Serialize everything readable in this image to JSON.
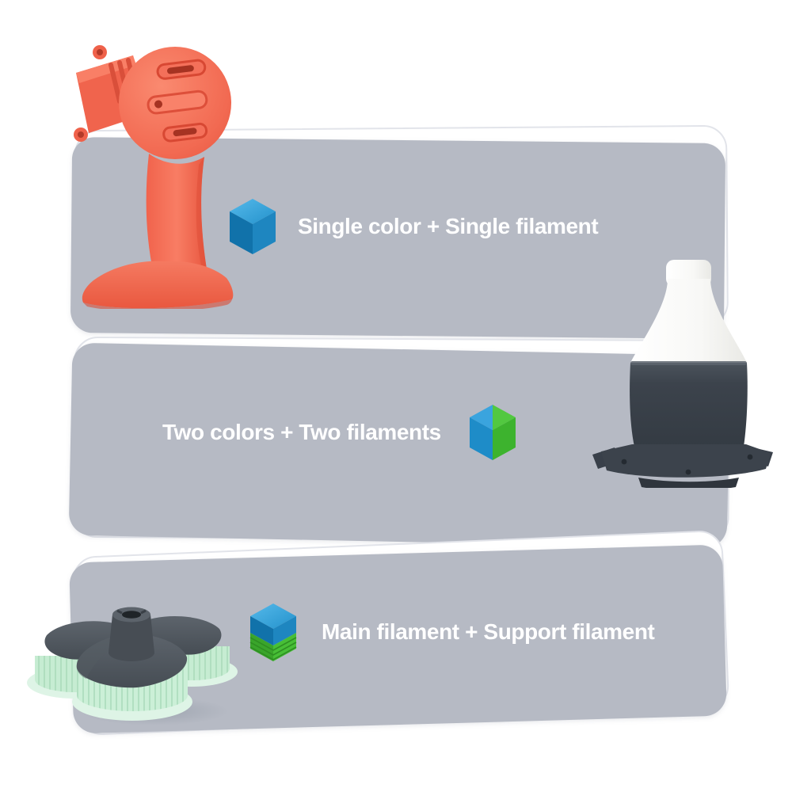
{
  "page": {
    "background": "#ffffff",
    "panel_bg": "#b6bac4",
    "backcard_border": "#e2e4ea",
    "label_color": "#ffffff"
  },
  "panels": [
    {
      "label": "Single color + Single filament",
      "icon": "single-filament-cube-icon",
      "icon_position": "left"
    },
    {
      "label": "Two colors + Two filaments",
      "icon": "two-color-cube-icon",
      "icon_position": "right"
    },
    {
      "label": "Main filament + Support filament",
      "icon": "support-filament-cube-icon",
      "icon_position": "left"
    }
  ],
  "icons": {
    "single_filament_cube": {
      "top": "#3fa6de",
      "left": "#1172aa",
      "right": "#1e86c0"
    },
    "two_color_cube": {
      "top_blue": "#3aa4de",
      "top_green": "#52c840",
      "left_blue": "#1e8cc8",
      "right_green": "#3db32e"
    },
    "support_filament_cube": {
      "top": "#3fa6de",
      "left": "#1172aa",
      "right": "#1e86c0",
      "support_left": "#3aa52b",
      "support_right": "#47bf36",
      "support_line": "#2e8f22"
    }
  },
  "objects": [
    {
      "name": "printed-drill-handle",
      "color": "#f3705a"
    },
    {
      "name": "printed-funnel",
      "cone_color": "#f8f8f6",
      "body_color": "#3c434c"
    },
    {
      "name": "printed-propeller",
      "blade_color": "#4d545b",
      "support_color": "#c6ecd2"
    }
  ]
}
